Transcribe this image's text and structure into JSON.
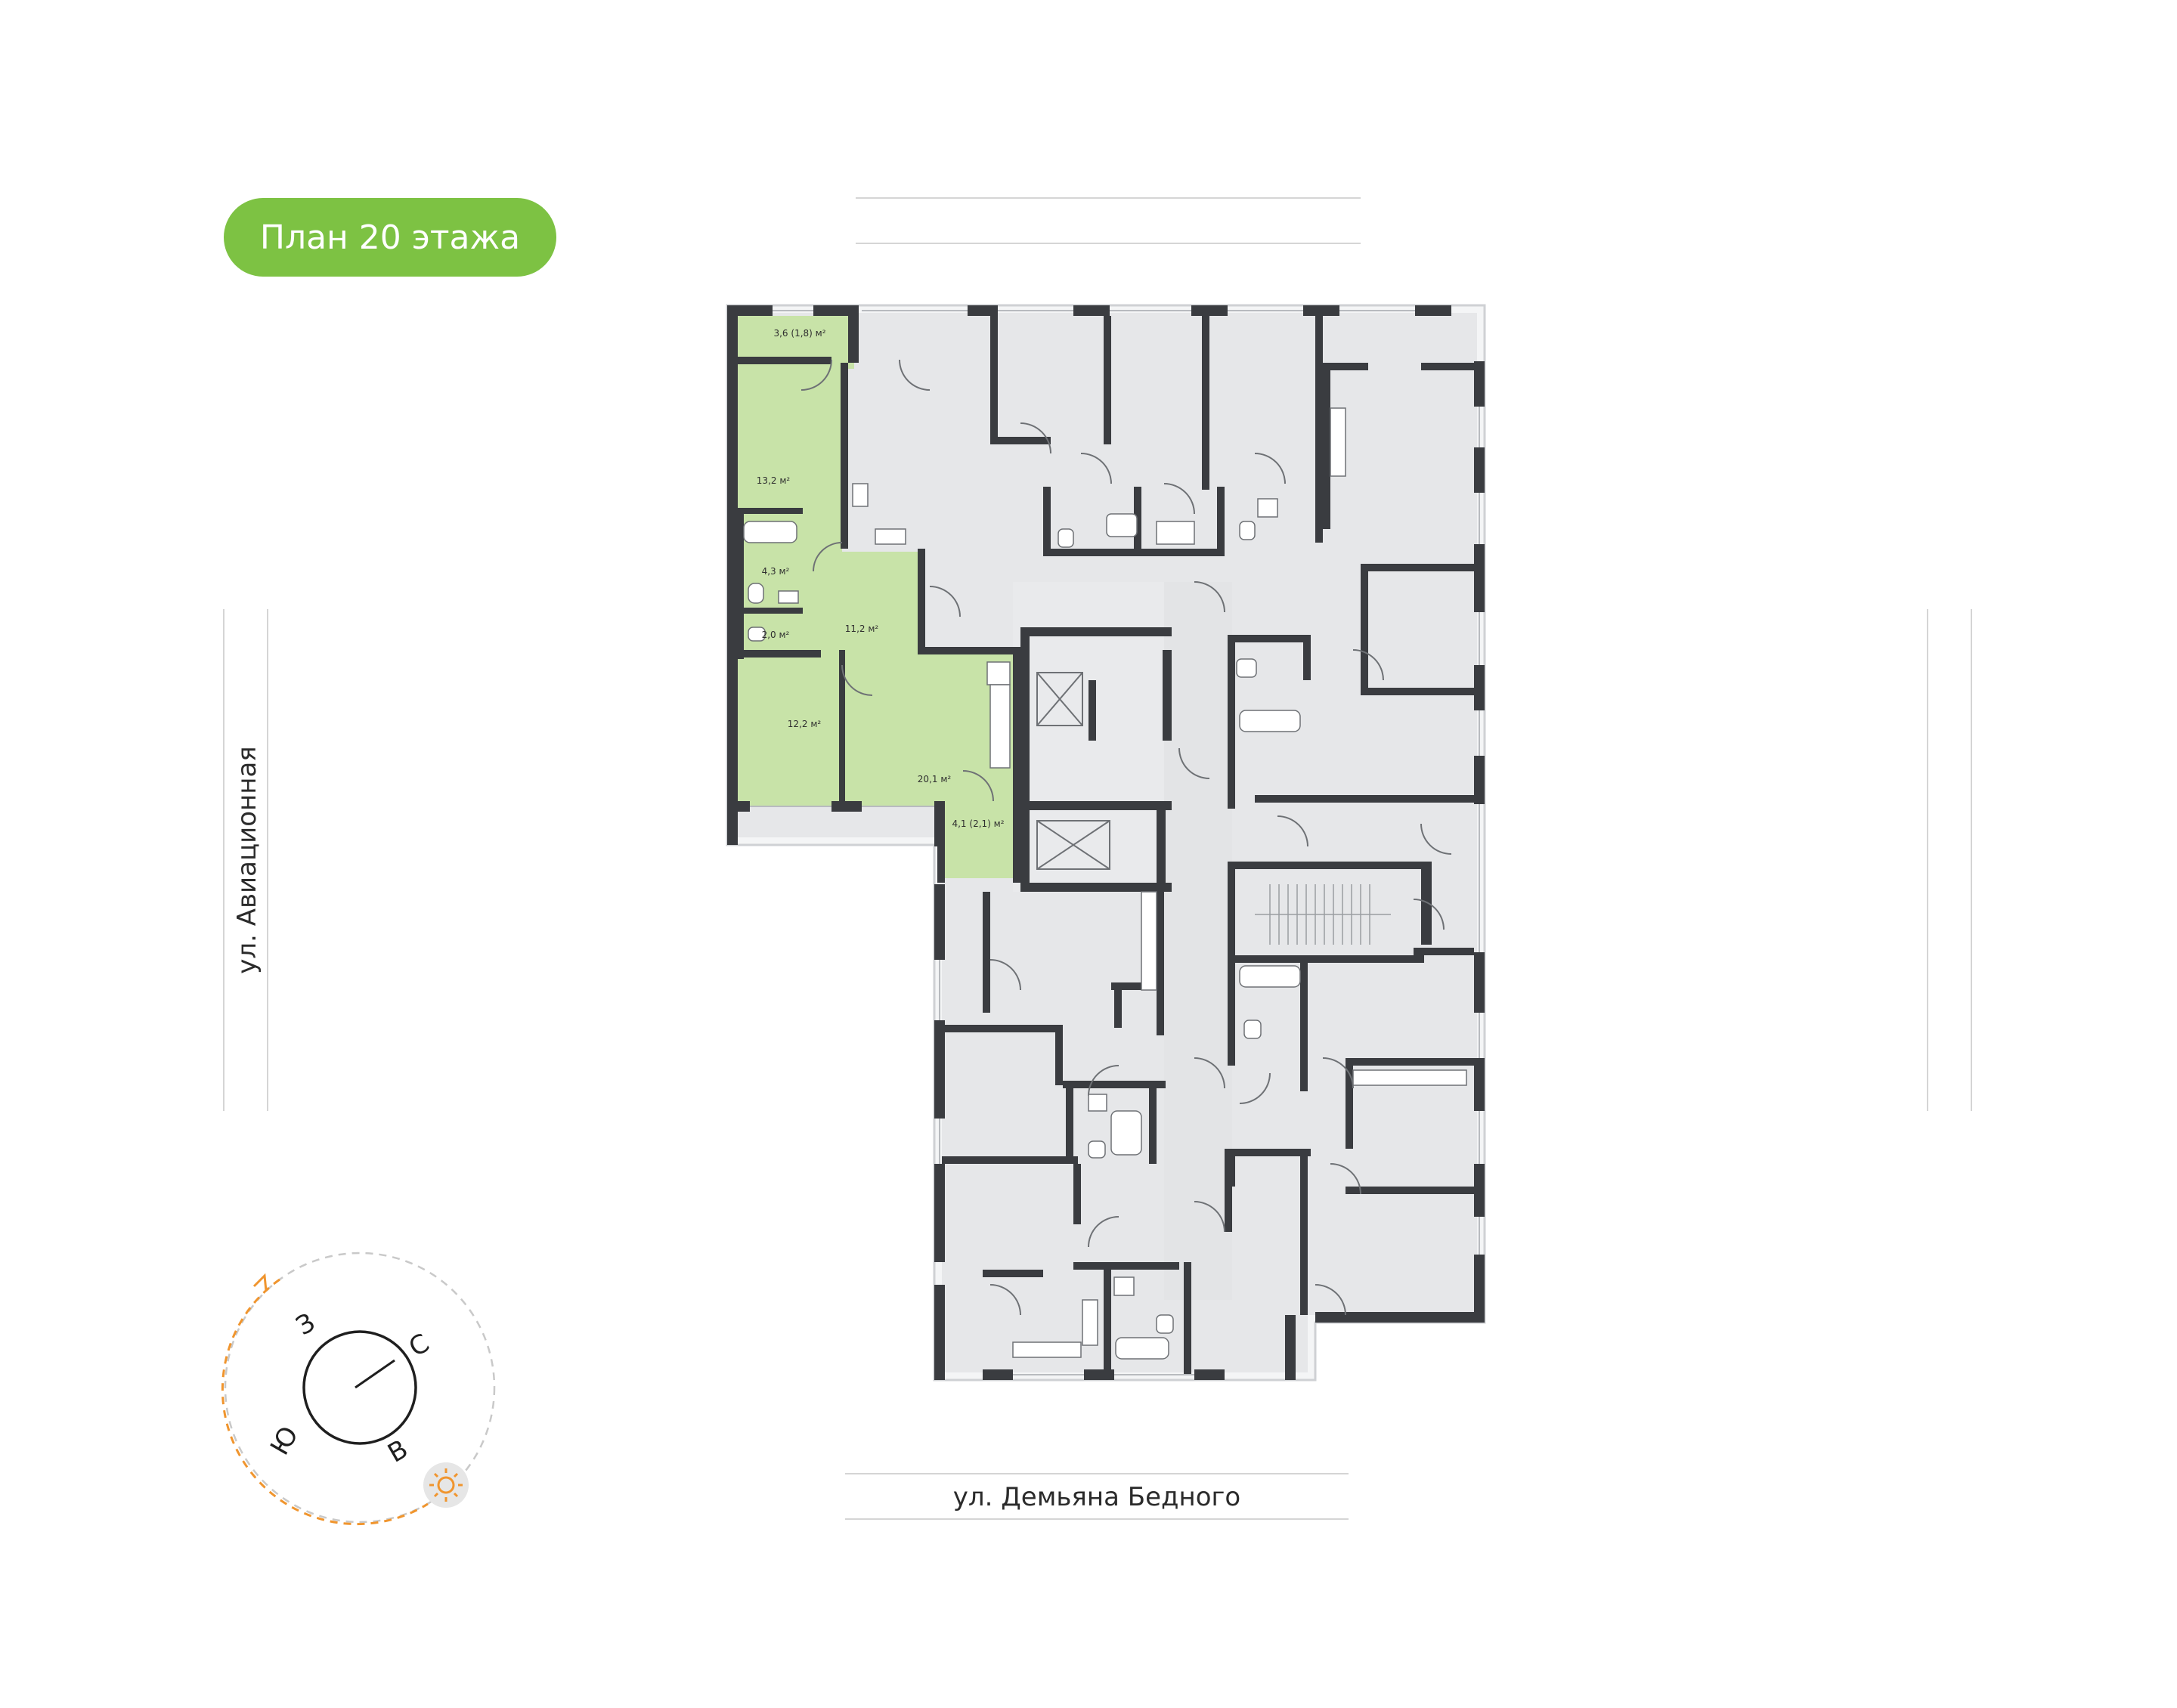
{
  "title": "План 20 этажа",
  "streets": {
    "west": "ул. Авиационная",
    "south": "ул. Демьяна Бедного"
  },
  "areas": {
    "balcony_top": "3,6 (1,8) м²",
    "room_top": "13,2 м²",
    "bath": "4,3 м²",
    "wc": "2,0 м²",
    "hall": "11,2 м²",
    "room_bottom": "12,2 м²",
    "kitchen": "20,1 м²",
    "balcony_bottom": "4,1 (2,1) м²"
  },
  "compass": {
    "north": "С",
    "south": "Ю",
    "east": "В",
    "west": "З"
  },
  "colors": {
    "accent": "#7dc243",
    "selected_apartment": "#c8e3a8",
    "rooms": "#e6e7e9",
    "walls": "#3a3c40",
    "sun": "#f0952e"
  }
}
